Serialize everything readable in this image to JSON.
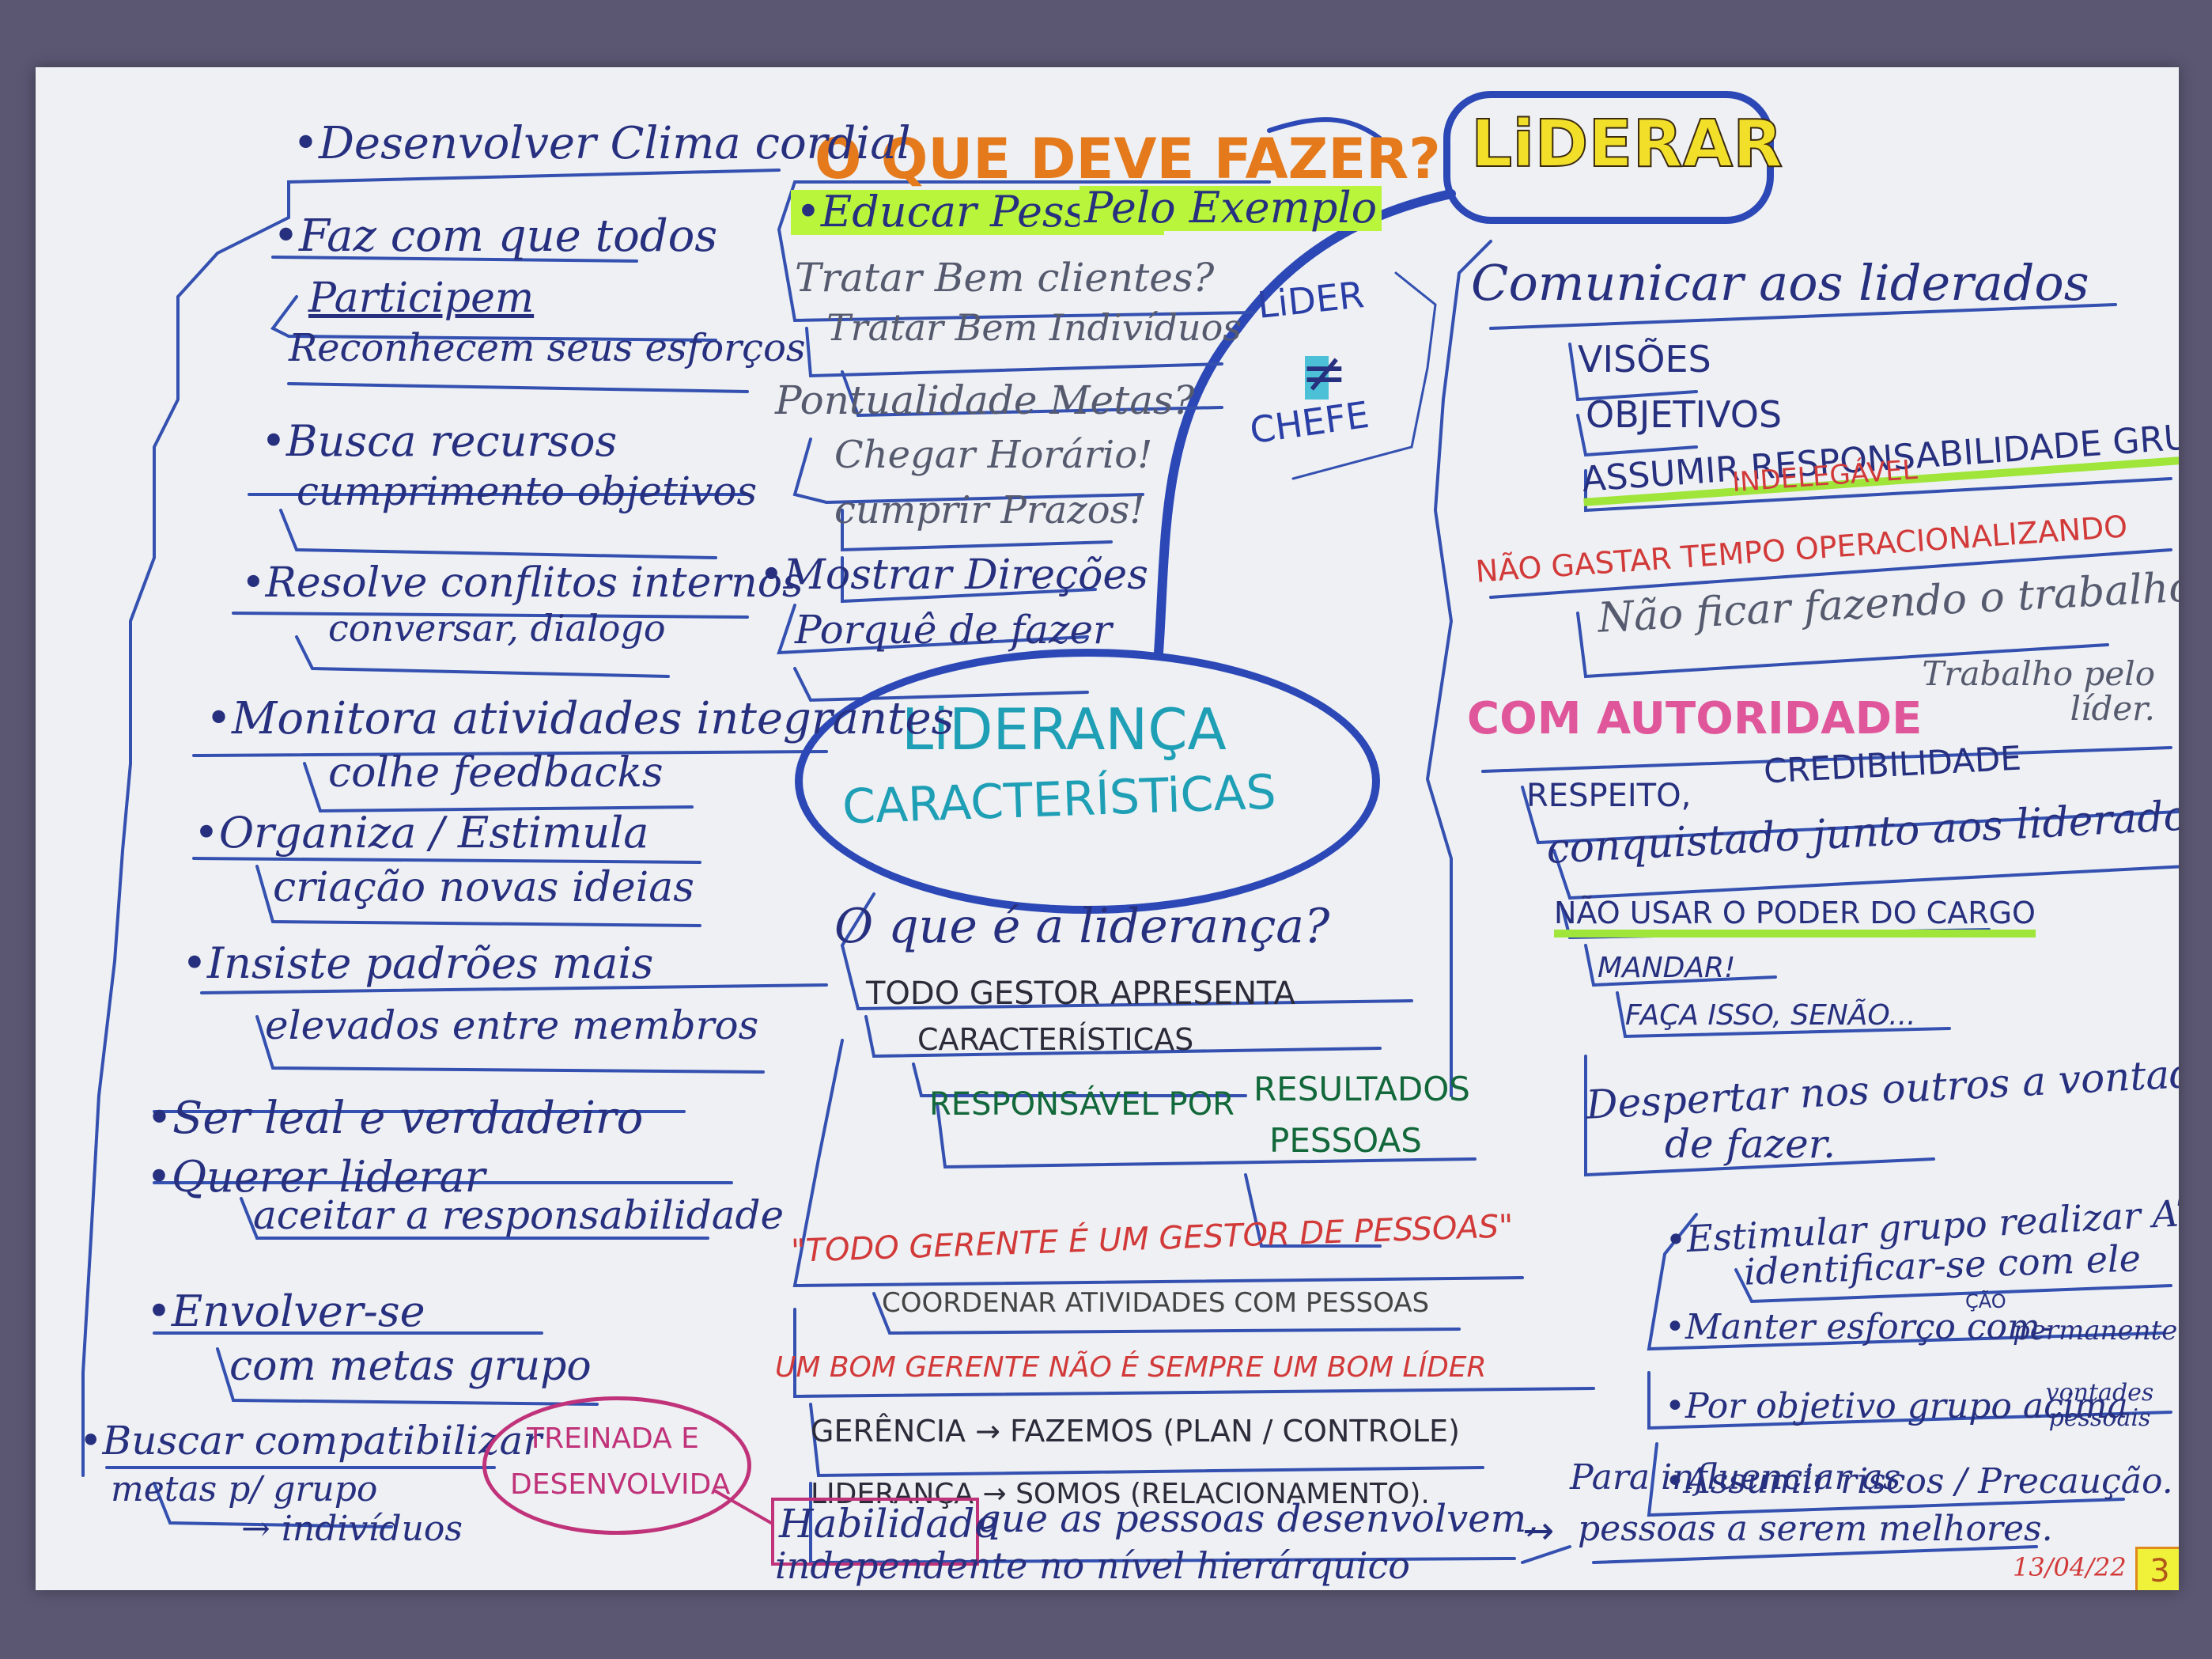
{
  "colors": {
    "background": "#5b5773",
    "paper": "#eef0f3",
    "ink_blue": "#2a3fa6",
    "ink_green": "#12683a",
    "ink_red": "#d23a3a",
    "ink_orange": "#e47a1c",
    "ink_pink": "#e0569a",
    "ink_cyan": "#1f9fb5",
    "highlight_green": "#b9f53a"
  },
  "center": {
    "line1": "LiDERANÇA",
    "line2": "CARACTERÍSTiCAS"
  },
  "top": {
    "question": "O QUE DEVE FAZER?",
    "liderar": "LiDERAR",
    "lider_chefe": {
      "lider": "LiDER",
      "symbol": "≠",
      "chefe": "CHEFE"
    }
  },
  "left": {
    "items": [
      {
        "text": "•Desenvolver Clima cordial"
      },
      {
        "text": "•Faz com que todos",
        "subs": [
          "Participem",
          "Reconhecem seus esforços"
        ]
      },
      {
        "text": "•Busca recursos",
        "subs": [
          "cumprimento objetivos"
        ]
      },
      {
        "text": "•Resolve conflitos internos",
        "subs": [
          "conversar, dialogo"
        ]
      },
      {
        "text": "•Monitora atividades integrantes",
        "subs": [
          "colhe feedbacks"
        ]
      },
      {
        "text": "•Organiza / Estimula",
        "subs": [
          "criação novas ideias"
        ]
      },
      {
        "text": "•Insiste padrões mais",
        "subs": [
          "elevados entre membros"
        ]
      },
      {
        "text": "•Ser leal e verdadeiro"
      },
      {
        "text": "•Querer liderar",
        "subs": [
          "aceitar a responsabilidade"
        ]
      },
      {
        "text": "•Envolver-se",
        "subs": [
          "com metas grupo"
        ]
      },
      {
        "text": "•Buscar compatibilizar",
        "subs": [
          "metas p/ grupo",
          "→ indivíduos"
        ]
      }
    ],
    "treinada": "TREINADA E DESENVOLVIDA"
  },
  "middle_top": {
    "educar": "•Educar Pessoas",
    "pelo_exemplo": "Pelo Exemplo",
    "tratar_clientes": "Tratar Bem clientes?",
    "tratar_individuos": "Tratar Bem Indivíduos",
    "pontualidade": "Pontualidade Metas?",
    "chegar_horario": "Chegar Horário!",
    "cumprir_prazos": "cumprir Prazos!",
    "mostrar_direcoes": "•Mostrar Direções",
    "porque_fazer": "Porquê de fazer"
  },
  "middle_bottom": {
    "o_que_e": "O que é a liderança?",
    "todo_gestor": "TODO GESTOR APRESENTA",
    "caracteristicas": "CARACTERÍSTICAS",
    "responsavel": "RESPONSÁVEL POR",
    "resultados": "RESULTADOS",
    "pessoas": "PESSOAS",
    "quote": "\"TODO GERENTE É UM GESTOR DE PESSOAS\"",
    "coordenar": "COORDENAR ATIVIDADES COM PESSOAS",
    "bom_gerente": "UM BOM GERENTE NÃO É SEMPRE UM BOM LÍDER",
    "gerencia": "GERÊNCIA → FAZEMOS (PLAN / CONTROLE)",
    "lideranca": "LIDERANÇA → SOMOS (RELACIONAMENTO).",
    "habilidade": "Habilidade",
    "habilidade_rest": "que as pessoas desenvolvem,",
    "independente": "independente no nível hierárquico",
    "arrow": "→",
    "influenciar_1": "Para influenciar as",
    "influenciar_2": "pessoas a serem melhores."
  },
  "right": {
    "comunicar": "Comunicar aos liderados",
    "visoes": "VISÕES",
    "objetivos": "OBJETIVOS",
    "assumir": "ASSUMIR RESPONSABILIDADE GRUPO",
    "indelegavel": "INDELEGÁVEL",
    "nao_gastar": "NÃO GASTAR TEMPO OPERACIONALIZANDO",
    "nao_ficar": "Não ficar fazendo o trabalho",
    "com_autoridade": "COM AUTORIDADE",
    "trabalho_lider": "Trabalho pelo líder.",
    "respeito": "RESPEITO,",
    "credibilidade": "CREDIBILIDADE",
    "conquistado": "conquistado junto aos liderados",
    "nao_usar": "NÃO USAR O PODER DO CARGO",
    "mandar": "MANDAR!",
    "faca_isso": "FAÇA ISSO, SENÃO...",
    "despertar_1": "Despertar nos outros a vontade",
    "despertar_2": "de fazer.",
    "estimular": "•Estimular grupo realizar ATI.",
    "identificar": "identificar-se com ele",
    "manter": "•Manter esforço com-",
    "manter_sup": "ÇÃO",
    "manter_end": "permanente",
    "por_objetivo": "•Por objetivo grupo acima",
    "vontades": "vontades pessoais",
    "assumir_riscos": "•Assumir riscos / Precaução."
  },
  "footer": {
    "date": "13/04/22",
    "page": "3"
  }
}
